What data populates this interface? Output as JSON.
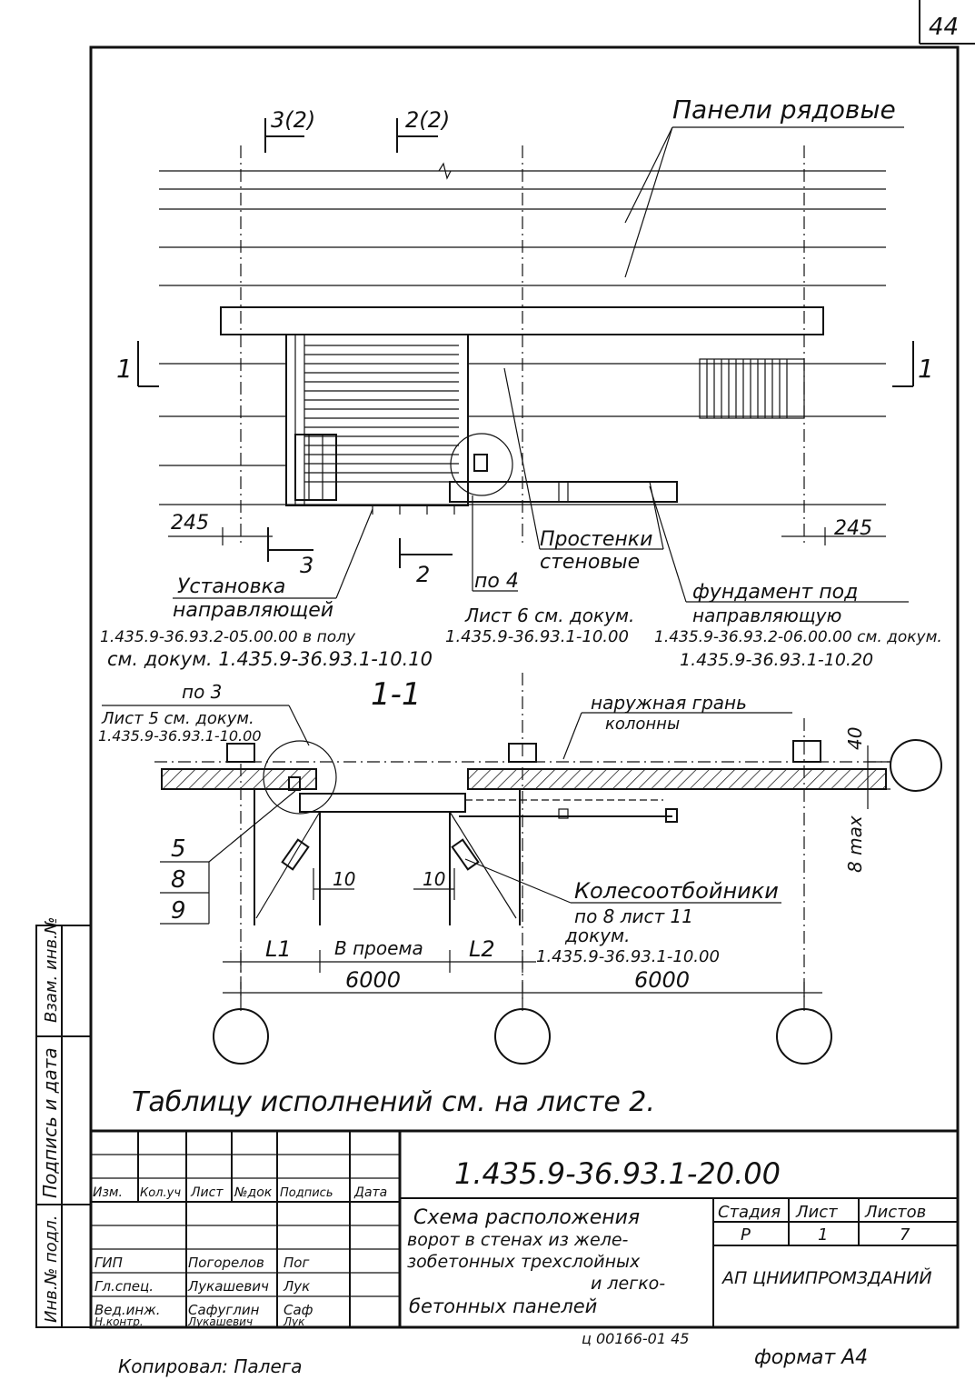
{
  "sheet": {
    "page_number": "44",
    "format": "формат А4",
    "copied_by": "Копировал: Палега",
    "order_code": "ц 00166-01 45"
  },
  "elevation": {
    "section_3": "3(2)",
    "section_2": "2(2)",
    "panels_label": "Панели рядовые",
    "section_1_left": "1",
    "section_1_right": "1",
    "dim_245_left": "245",
    "dim_245_right": "245",
    "marker_3": "3",
    "marker_2": "2",
    "piers_label_1": "Простенки",
    "piers_label_2": "стеновые",
    "guide_install_1": "Установка",
    "guide_install_2": "направляющей",
    "guide_install_3": "1.435.9-36.93.2-05.00.00 в полу",
    "guide_install_4": "см. докум. 1.435.9-36.93.1-10.10",
    "node4_1": "по 4",
    "node4_2": "Лист 6 см. докум.",
    "node4_3": "1.435.9-36.93.1-10.00",
    "foundation_1": "фундамент под",
    "foundation_2": "направляющую",
    "foundation_3": "1.435.9-36.93.2-06.00.00 см. докум.",
    "foundation_4": "1.435.9-36.93.1-10.20"
  },
  "section": {
    "title": "1-1",
    "node3_1": "по 3",
    "node3_2": "Лист 5 см. докум.",
    "node3_3": "1.435.9-36.93.1-10.00",
    "outer_face_1": "наружная грань",
    "outer_face_2": "колонны",
    "dim_40": "40",
    "dim_8max": "8 max",
    "callout_5": "5",
    "callout_8": "8",
    "callout_9": "9",
    "dim_10_left": "10",
    "dim_10_right": "10",
    "wheel_1": "Колесоотбойники",
    "wheel_2": "по 8 лист 11",
    "wheel_3": "докум.",
    "wheel_4": "1.435.9-36.93.1-10.00",
    "dim_L1": "L1",
    "dim_opening": "В проема",
    "dim_L2": "L2",
    "dim_6000_left": "6000",
    "dim_6000_right": "6000"
  },
  "note": "Таблицу исполнений см. на листе 2.",
  "side_stamp": {
    "inv_orig": "Инв.№ подл.",
    "sign_date": "Подпись и дата",
    "replace_inv": "Взам. инв.№"
  },
  "title_block": {
    "designation": "1.435.9-36.93.1-20.00",
    "headers": [
      "Изм.",
      "Кол.уч",
      "Лист",
      "№док",
      "Подпись",
      "Дата"
    ],
    "people": [
      {
        "role": "ГИП",
        "name": "Погорелов",
        "sign": "Пог"
      },
      {
        "role": "Гл.спец.",
        "name": "Лукашевич",
        "sign": "Лук"
      },
      {
        "role": "Вед.инж.",
        "name": "Сафуглин",
        "sign": "Саф"
      },
      {
        "role": "Н.контр.",
        "name": "Лукашевич",
        "sign": "Лук"
      }
    ],
    "doc_title_1": "Схема расположения",
    "doc_title_2": "ворот в стенах из желе-",
    "doc_title_3": "зобетонных трехслойных",
    "doc_title_4": "и легко-",
    "doc_title_5": "бетонных панелей",
    "stage_label": "Стадия",
    "sheet_label": "Лист",
    "sheets_label": "Листов",
    "stage": "Р",
    "sheet_no": "1",
    "sheets_total": "7",
    "organization": "АП ЦНИИПРОМЗДАНИЙ"
  }
}
